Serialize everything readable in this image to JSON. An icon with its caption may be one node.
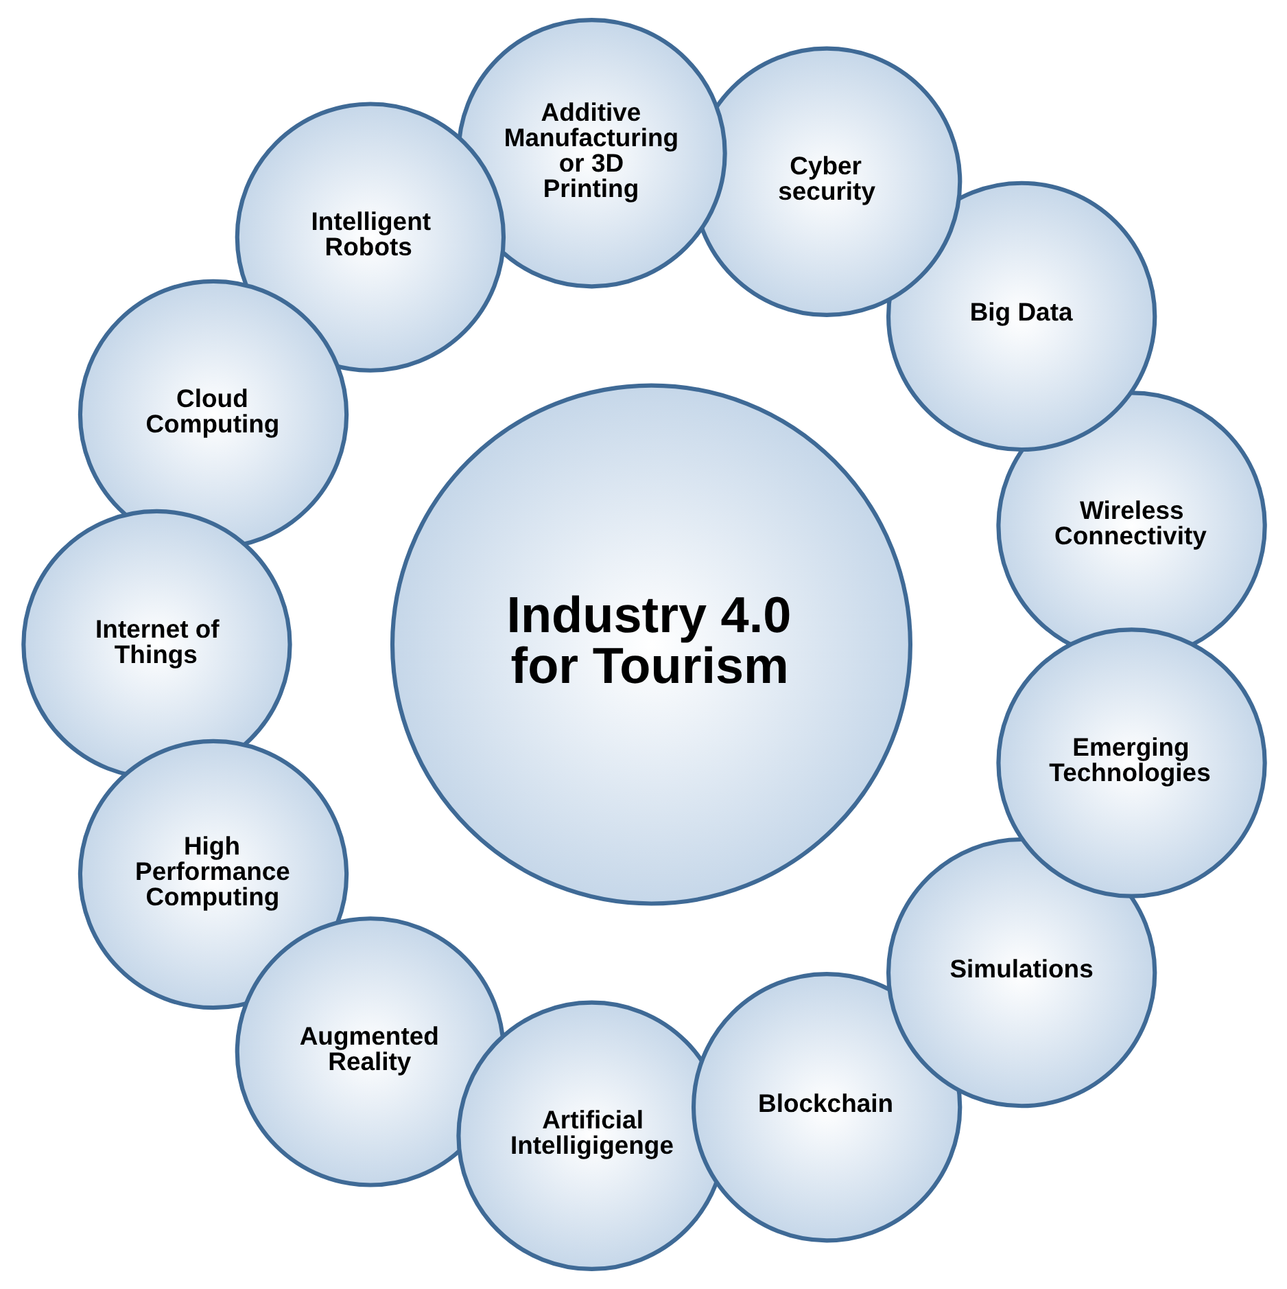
{
  "diagram": {
    "nodes": [
      {
        "text": [
          "Industry 4.0 for Tourism"
        ]
      },
      {
        "text": [
          "Wireless Connectivity"
        ]
      },
      {
        "text": [
          "Big Data"
        ]
      },
      {
        "text": [
          "Cyber security"
        ]
      },
      {
        "text": [
          "Additive Manufacturing or 3D Printing"
        ]
      },
      {
        "text": [
          "Intelligent Robots"
        ]
      },
      {
        "text": [
          "Cloud Computing"
        ]
      },
      {
        "text": [
          "Internet of Things"
        ]
      },
      {
        "text": [
          "High Performance Computing"
        ]
      },
      {
        "text": [
          "Augmented Reality"
        ]
      },
      {
        "text": [
          "Artificial Intelligigenge"
        ]
      },
      {
        "text": [
          "Blockchain"
        ]
      },
      {
        "text": [
          "Simulations"
        ]
      },
      {
        "text": [
          "Emerging Technologies"
        ]
      }
    ],
    "edges": []
  }
}
